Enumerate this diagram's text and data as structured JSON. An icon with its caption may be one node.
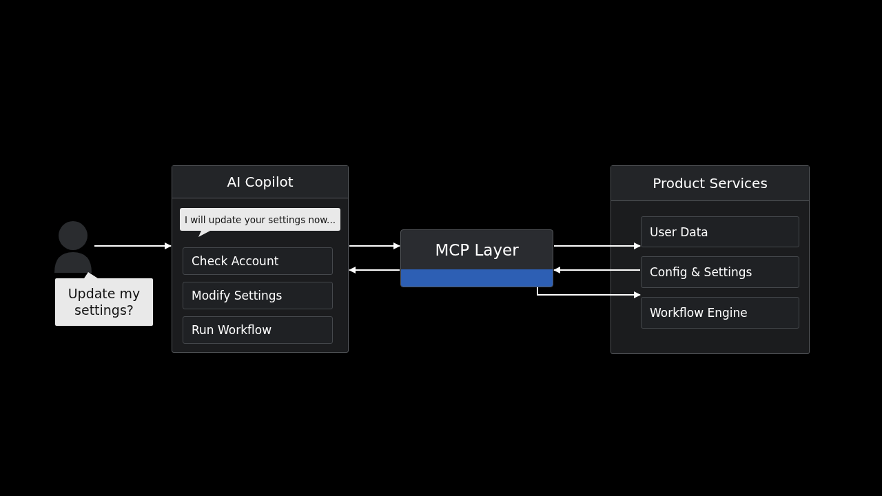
{
  "diagram": {
    "nodes": [
      {
        "text": [],
        "shape": "person"
      },
      {
        "text": [
          "Update my settings?"
        ]
      },
      {
        "text": [
          "AI Copilot"
        ]
      },
      {
        "text": [
          "I will update your settings now..."
        ],
        "in": 2
      },
      {
        "text": [
          "Check Account"
        ],
        "in": 2
      },
      {
        "text": [
          "Modify Settings"
        ],
        "in": 2
      },
      {
        "text": [
          "Run Workflow"
        ],
        "in": 2
      },
      {
        "text": [
          "MCP Layer"
        ]
      },
      {
        "text": [
          "Product Services"
        ]
      },
      {
        "text": [
          "User Data"
        ],
        "in": 8
      },
      {
        "text": [
          "Config & Settings"
        ],
        "in": 8
      },
      {
        "text": [
          "Workflow Engine"
        ],
        "in": 8
      }
    ],
    "edges": [
      {
        "from": 0,
        "to": 2,
        "arrow": "to"
      },
      {
        "from": 2,
        "to": 7,
        "arrow": "to"
      },
      {
        "from": 7,
        "to": 2,
        "arrow": "to"
      },
      {
        "from": 7,
        "to": 9,
        "arrow": "to"
      },
      {
        "from": 10,
        "to": 7,
        "arrow": "to"
      },
      {
        "from": 7,
        "to": 11,
        "arrow": "to"
      }
    ]
  }
}
